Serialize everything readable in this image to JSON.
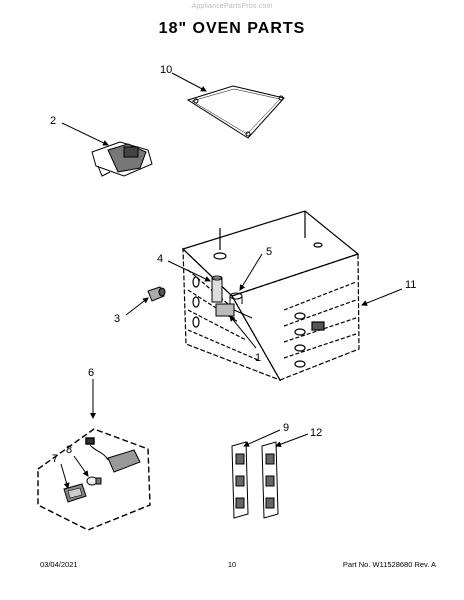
{
  "watermark": "AppliancePartsPros.com",
  "title": "18\" OVEN PARTS",
  "callouts": [
    "10",
    "2",
    "4",
    "5",
    "11",
    "3",
    "1",
    "6",
    "7",
    "8",
    "9",
    "12"
  ],
  "footer": {
    "date": "03/04/2021",
    "page": "10",
    "part": "Part No. W11528680  Rev. A"
  },
  "colors": {
    "line": "#000000",
    "watermark": "#b9b9b9",
    "shade": "#6a6a6a"
  }
}
